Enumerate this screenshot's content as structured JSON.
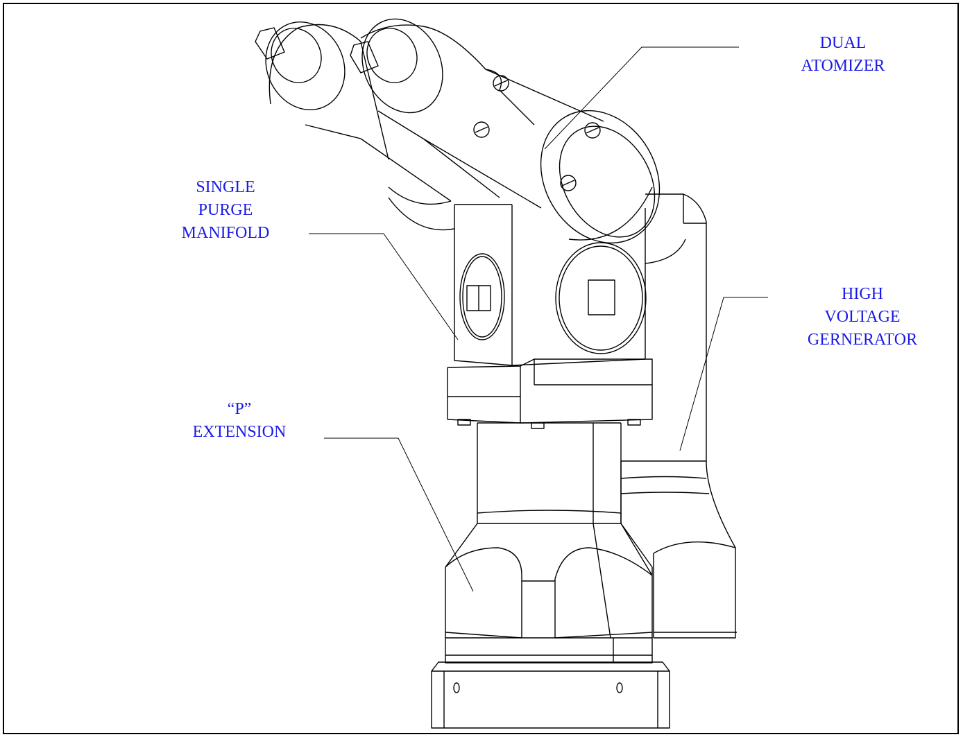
{
  "labels": {
    "dual_atomizer": [
      "DUAL",
      "ATOMIZER"
    ],
    "single_purge_manifold": [
      "SINGLE",
      "PURGE",
      "MANIFOLD"
    ],
    "high_voltage_generator": [
      "HIGH",
      "VOLTAGE",
      "GERNERATOR"
    ],
    "p_extension": [
      "“P”",
      "EXTENSION"
    ]
  },
  "colors": {
    "label": "#1a1ae6",
    "line": "#000000",
    "background": "#ffffff"
  }
}
